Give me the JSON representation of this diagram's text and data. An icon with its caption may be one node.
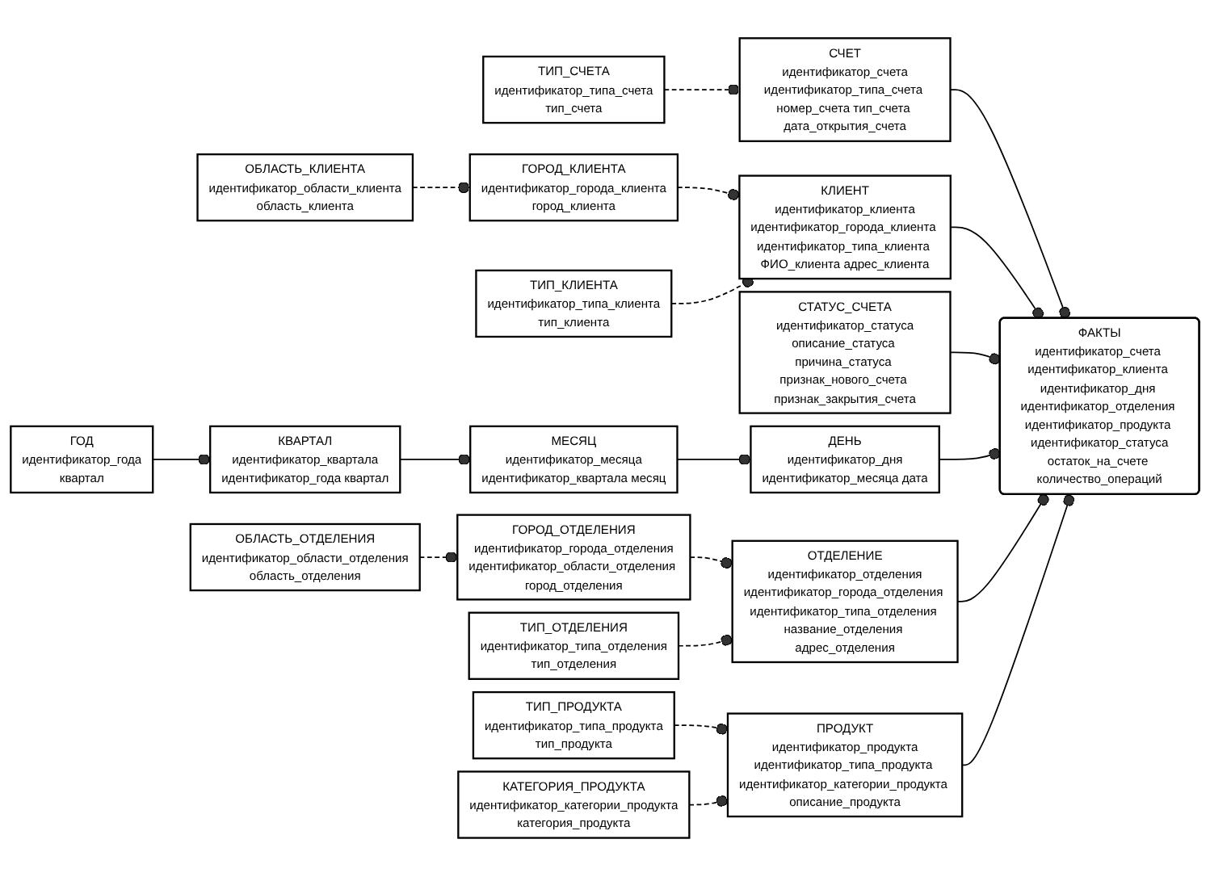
{
  "diagram": {
    "nodes": [
      {
        "text": [
          "ТИП_СЧЕТА",
          "идентификатор_типа_счета",
          "тип_счета"
        ]
      },
      {
        "text": [
          "СЧЕТ",
          "идентификатор_счета",
          "идентификатор_типа_счета номер_счета тип_счета дата_открытия_счета"
        ]
      },
      {
        "text": [
          "ОБЛАСТЬ_КЛИЕНТА",
          "идентификатор_области_клиента",
          "область_клиента"
        ]
      },
      {
        "text": [
          "ГОРОД_КЛИЕНТА",
          "идентификатор_города_клиента",
          "город_клиента"
        ]
      },
      {
        "text": [
          "КЛИЕНТ",
          "идентификатор_клиента",
          "идентификатор_города_клиента идентификатор_типа_клиента ФИО_клиента адрес_клиента"
        ]
      },
      {
        "text": [
          "ТИП_КЛИЕНТА",
          "идентификатор_типа_клиента",
          "тип_клиента"
        ]
      },
      {
        "text": [
          "СТАТУС_СЧЕТА",
          "идентификатор_статуса",
          "описание_статуса причина_статуса признак_нового_счета признак_закрытия_счета"
        ]
      },
      {
        "text": [
          "ФАКТЫ",
          "идентификатор_счета идентификатор_клиента идентификатор_дня идентификатор_отделения идентификатор_продукта идентификатор_статуса",
          "остаток_на_счете количество_операций"
        ]
      },
      {
        "text": [
          "ДЕНЬ",
          "идентификатор_дня",
          "идентификатор_месяца дата"
        ]
      },
      {
        "text": [
          "МЕСЯЦ",
          "идентификатор_месяца",
          "идентификатор_квартала месяц"
        ]
      },
      {
        "text": [
          "КВАРТАЛ",
          "идентификатор_квартала",
          "идентификатор_года квартал"
        ]
      },
      {
        "text": [
          "ГОД",
          "идентификатор_года",
          "квартал"
        ]
      },
      {
        "text": [
          "ОБЛАСТЬ_ОТДЕЛЕНИЯ",
          "идентификатор_области_отделения",
          "область_отделения"
        ]
      },
      {
        "text": [
          "ГОРОД_ОТДЕЛЕНИЯ",
          "идентификатор_города_отделения",
          "идентификатор_области_отделения город_отделения"
        ]
      },
      {
        "text": [
          "ОТДЕЛЕНИЕ",
          "идентификатор_отделения",
          "идентификатор_города_отделения идентификатор_типа_отделения название_отделения адрес_отделения"
        ]
      },
      {
        "text": [
          "ТИП_ОТДЕЛЕНИЯ",
          "идентификатор_типа_отделения",
          "тип_отделения"
        ]
      },
      {
        "text": [
          "ТИП_ПРОДУКТА",
          "идентификатор_типа_продукта",
          "тип_продукта"
        ]
      },
      {
        "text": [
          "ПРОДУКТ",
          "идентификатор_продукта",
          "идентификатор_типа_продукта идентификатор_категории_продукта описание_продукта"
        ]
      },
      {
        "text": [
          "КАТЕГОРИЯ_ПРОДУКТА",
          "идентификатор_категории_продукта",
          "категория_продукта"
        ]
      }
    ],
    "edges": [
      {
        "from": 0,
        "to": 1,
        "arrow": "other",
        "style": "dashed"
      },
      {
        "from": 1,
        "to": 7,
        "arrow": "other"
      },
      {
        "from": 2,
        "to": 3,
        "arrow": "other",
        "style": "dashed"
      },
      {
        "from": 3,
        "to": 4,
        "arrow": "other",
        "style": "dashed"
      },
      {
        "from": 5,
        "to": 4,
        "arrow": "other",
        "style": "dashed"
      },
      {
        "from": 4,
        "to": 7,
        "arrow": "other"
      },
      {
        "from": 6,
        "to": 7,
        "arrow": "other"
      },
      {
        "from": 8,
        "to": 7,
        "arrow": "other"
      },
      {
        "from": 9,
        "to": 8,
        "arrow": "other"
      },
      {
        "from": 10,
        "to": 9,
        "arrow": "other"
      },
      {
        "from": 11,
        "to": 10,
        "arrow": "other"
      },
      {
        "from": 12,
        "to": 13,
        "arrow": "other",
        "style": "dashed"
      },
      {
        "from": 13,
        "to": 14,
        "arrow": "other",
        "style": "dashed"
      },
      {
        "from": 14,
        "to": 7,
        "arrow": "other"
      },
      {
        "from": 15,
        "to": 14,
        "arrow": "other",
        "style": "dashed"
      },
      {
        "from": 16,
        "to": 17,
        "arrow": "other",
        "style": "dashed"
      },
      {
        "from": 17,
        "to": 7,
        "arrow": "other"
      },
      {
        "from": 18,
        "to": 17,
        "arrow": "other",
        "style": "dashed"
      }
    ]
  }
}
